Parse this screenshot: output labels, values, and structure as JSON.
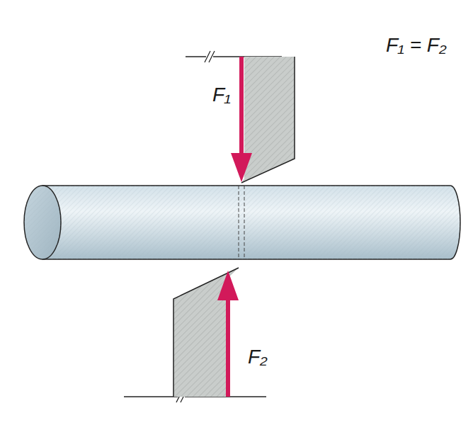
{
  "diagram": {
    "labels": [
      "F₁",
      "F₂",
      "F₁ = F₂"
    ]
  }
}
